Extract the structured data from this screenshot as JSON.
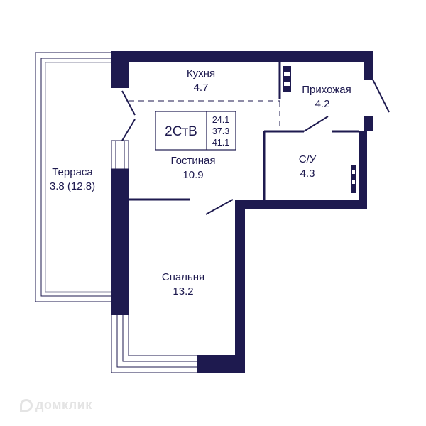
{
  "colors": {
    "wall": "#1e1a4f",
    "line": "#1e1a4f",
    "thin": "#8a8aa0",
    "background": "#ffffff"
  },
  "apartment": {
    "type": "2СтВ",
    "areas": [
      "24.1",
      "37.3",
      "41.1"
    ]
  },
  "rooms": {
    "kitchen": {
      "name": "Кухня",
      "area": "4.7"
    },
    "hallway": {
      "name": "Прихожая",
      "area": "4.2"
    },
    "bathroom": {
      "name": "С/У",
      "area": "4.3"
    },
    "living": {
      "name": "Гостиная",
      "area": "10.9"
    },
    "terrace": {
      "name": "Терраса",
      "area": "3.8 (12.8)"
    },
    "bedroom": {
      "name": "Спальня",
      "area": "13.2"
    }
  },
  "watermark": {
    "text": "домклик",
    "icon": "domclick-logo-icon"
  }
}
